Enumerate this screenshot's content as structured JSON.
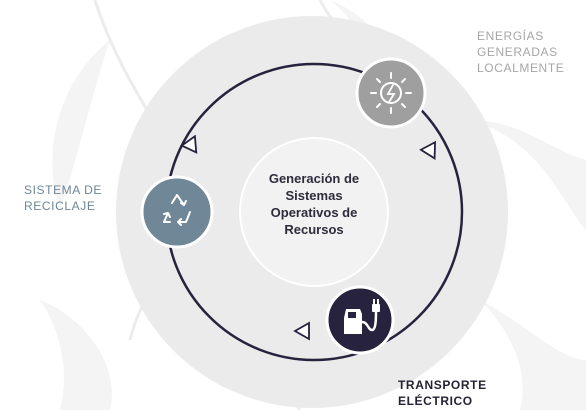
{
  "center": {
    "lines": [
      "Generación de",
      "Sistemas",
      "Operativos de",
      "Recursos"
    ]
  },
  "nodes": [
    {
      "id": "energy",
      "lines": [
        "ENERGÍAS",
        "GENERADAS",
        "LOCALMENTE"
      ],
      "icon": "solar-power-icon",
      "color": "#9f9f9f"
    },
    {
      "id": "recycle",
      "lines": [
        "SISTEMA DE",
        "RECICLAJE"
      ],
      "icon": "recycle-icon",
      "color": "#6f8796"
    },
    {
      "id": "transport",
      "lines": [
        "TRANSPORTE",
        "ELÉCTRICO"
      ],
      "icon": "ev-charger-icon",
      "color": "#27223d"
    }
  ],
  "colors": {
    "outer_circle": "#ebebeb",
    "inner_circle": "#f5f5f5",
    "cycle_line": "#27223d"
  }
}
